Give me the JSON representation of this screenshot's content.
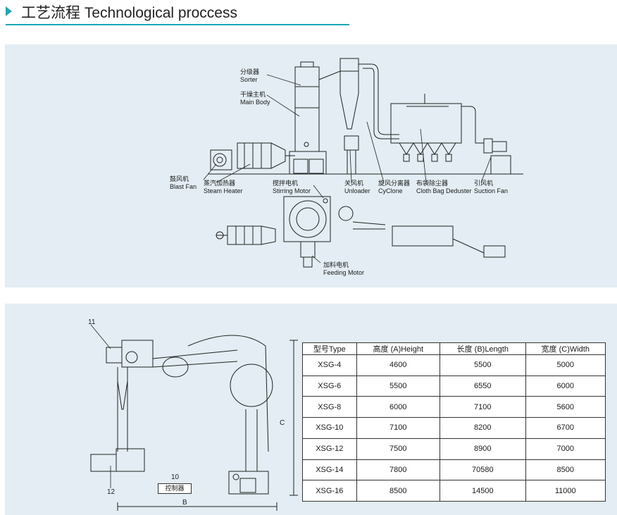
{
  "header": {
    "title": "工艺流程   Technological proccess"
  },
  "process": {
    "labels": {
      "sorter_cn": "分级器",
      "sorter_en": "Sorter",
      "main_cn": "干燥主机",
      "main_en": "Main Body",
      "blast_cn": "鼓风机",
      "blast_en": "Blast Fan",
      "steam_cn": "蒸汽加热器",
      "steam_en": "Steam Heater",
      "stir_cn": "搅拌电机",
      "stir_en": "Stirring Motor",
      "unloader_cn": "关风机",
      "unloader_en": "Unloader",
      "cyclone_cn": "旋风分离器",
      "cyclone_en": "CyClone",
      "bag_cn": "布袋除尘器",
      "bag_en": "Cloth Bag Deduster",
      "suction_cn": "引风机",
      "suction_en": "Suction Fan",
      "feed_cn": "加料电机",
      "feed_en": "Feeding Motor"
    }
  },
  "layout": {
    "callout_11": "11",
    "callout_12": "12",
    "callout_10": "10",
    "control_label": "控制器",
    "dim_b": "B",
    "dim_c": "C"
  },
  "spec_table": {
    "headers": [
      "型号Type",
      "高度 (A)Height",
      "长度 (B)Length",
      "宽度 (C)Width"
    ],
    "rows": [
      [
        "XSG-4",
        "4600",
        "5500",
        "5000"
      ],
      [
        "XSG-6",
        "5500",
        "6550",
        "6000"
      ],
      [
        "XSG-8",
        "6000",
        "7100",
        "5600"
      ],
      [
        "XSG-10",
        "7100",
        "8200",
        "6700"
      ],
      [
        "XSG-12",
        "7500",
        "8900",
        "7000"
      ],
      [
        "XSG-14",
        "7800",
        "70580",
        "8500"
      ],
      [
        "XSG-16",
        "8500",
        "14500",
        "11000"
      ]
    ]
  },
  "colors": {
    "accent": "#19a9b8",
    "panel": "#e3edf3",
    "line": "#222222"
  }
}
